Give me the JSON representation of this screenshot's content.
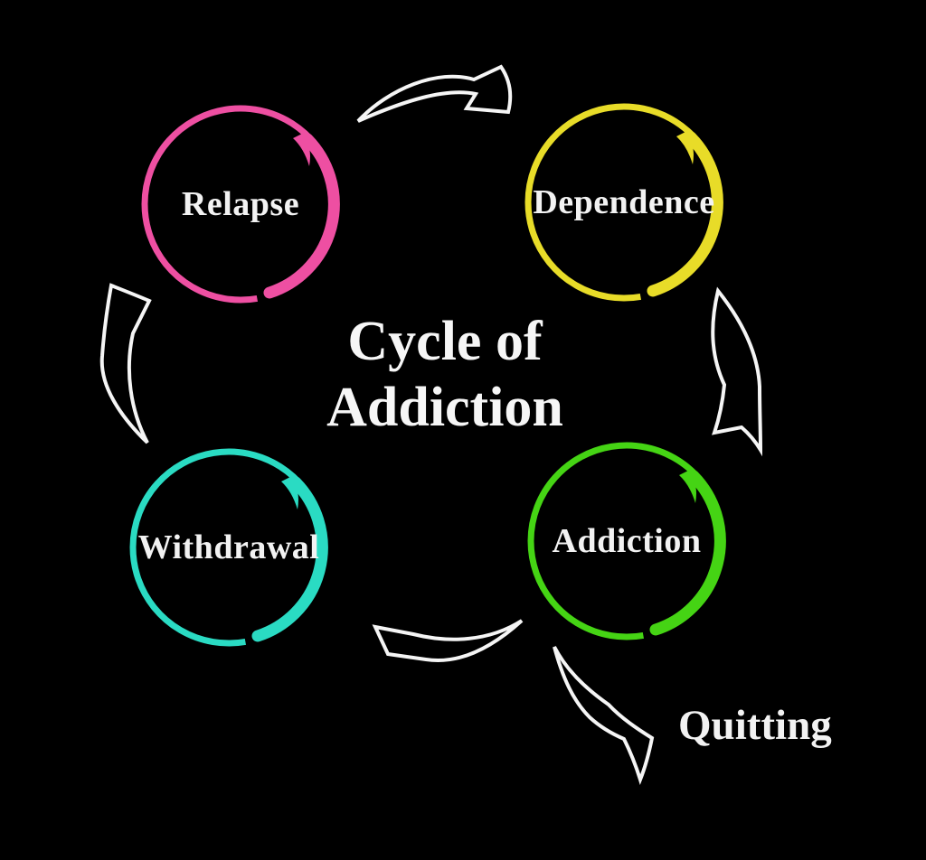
{
  "title": {
    "line1": "Cycle of",
    "line2": "Addiction"
  },
  "nodes": [
    {
      "id": "relapse",
      "label": "Relapse",
      "ring_color": "#ee4fa2"
    },
    {
      "id": "dependence",
      "label": "Dependence",
      "ring_color": "#e8dc28"
    },
    {
      "id": "withdrawal",
      "label": "Withdrawal",
      "ring_color": "#2adbc3"
    },
    {
      "id": "addiction",
      "label": "Addiction",
      "ring_color": "#45d414"
    }
  ],
  "exit_label": "Quitting",
  "arrows": [
    {
      "id": "relapse-to-dependence",
      "from": "Relapse",
      "to": "Dependence"
    },
    {
      "id": "dependence-to-addiction",
      "from": "Dependence",
      "to": "Addiction"
    },
    {
      "id": "addiction-to-withdrawal",
      "from": "Addiction",
      "to": "Withdrawal"
    },
    {
      "id": "withdrawal-to-relapse",
      "from": "Withdrawal",
      "to": "Relapse"
    },
    {
      "id": "addiction-to-quitting",
      "from": "Addiction",
      "to": "Quitting"
    }
  ],
  "colors": {
    "background": "#000000",
    "text": "#f2f2f2",
    "arrow_stroke": "#f5f5f5"
  }
}
